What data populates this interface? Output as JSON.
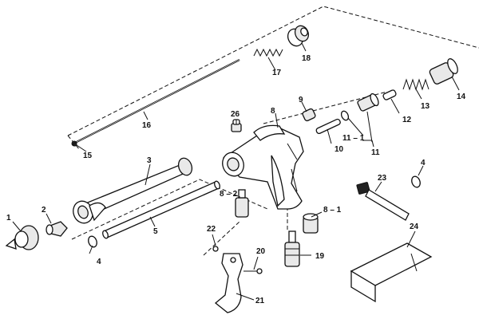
{
  "diagram": {
    "labels": {
      "p1": "1",
      "p2": "2",
      "p3": "3",
      "p4a": "4",
      "p4b": "4",
      "p5": "5",
      "p8": "8",
      "p8_1": "8 – 1",
      "p8_2": "8 – 2",
      "p9": "9",
      "p10": "10",
      "p11": "11",
      "p11_1": "11 – 1",
      "p12": "12",
      "p13": "13",
      "p14": "14",
      "p15": "15",
      "p16": "16",
      "p17": "17",
      "p18": "18",
      "p19": "19",
      "p20": "20",
      "p21": "21",
      "p22": "22",
      "p23": "23",
      "p24": "24",
      "p26": "26"
    }
  }
}
